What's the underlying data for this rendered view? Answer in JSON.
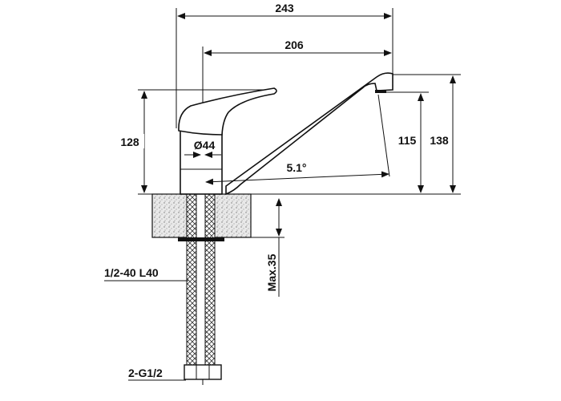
{
  "drawing": {
    "dimensions": {
      "overall_length": "243",
      "spout_reach": "206",
      "handle_height": "128",
      "spout_outlet_height": "115",
      "overall_height": "138",
      "body_diameter": "Ø44",
      "spout_angle": "5.1°",
      "max_counter_thickness": "Max.35"
    },
    "labels": {
      "hose": "1/2-40 L40",
      "connection": "2-G1/2"
    }
  }
}
